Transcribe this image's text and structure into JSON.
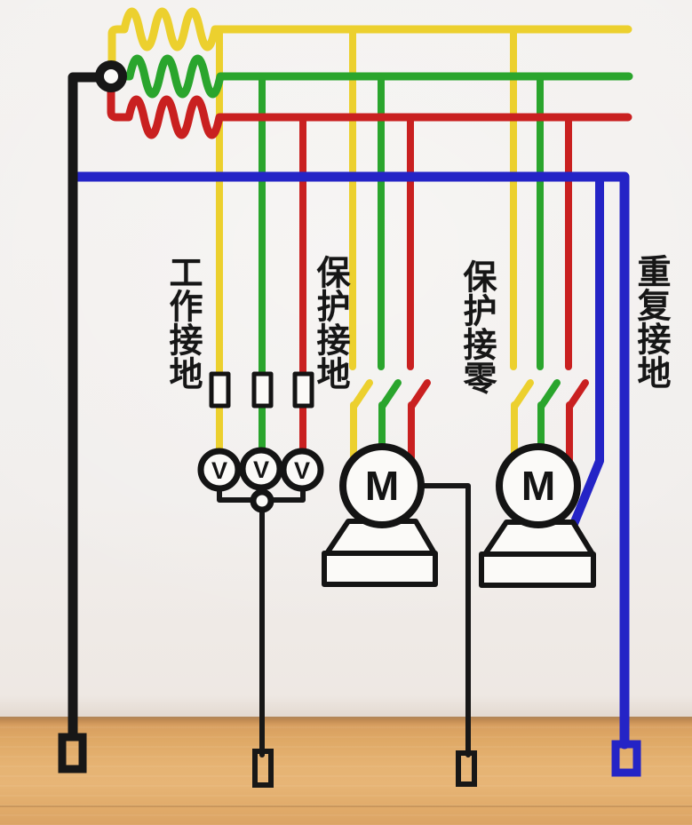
{
  "labels": {
    "working_ground": "工作接地",
    "protective_ground": "保护接地",
    "protective_neutral": "保护接零",
    "repeated_ground": "重复接地"
  },
  "meter": {
    "symbol": "V"
  },
  "motor": {
    "symbol": "M"
  },
  "colors": {
    "phase-yellow": "#ecd02e",
    "phase-green": "#2aa52d",
    "phase-red": "#c92020",
    "neutral-blue": "#2424c6",
    "earth-black": "#171717",
    "symbol-fill": "#fbfaf8",
    "wall": "#f2f0ee",
    "floor": "#e4b276"
  }
}
